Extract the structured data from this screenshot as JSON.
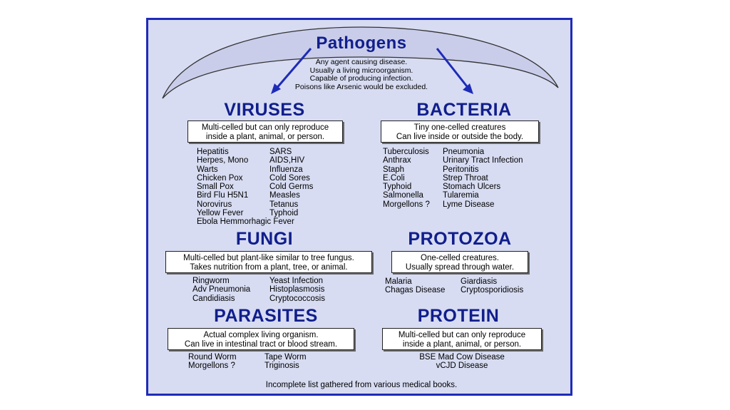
{
  "header": {
    "title": "Pathogens",
    "lines": [
      "Any agent causing disease.",
      "Usually a living microorganism.",
      "Capable of producing infection.",
      "Poisons like Arsenic would be excluded."
    ]
  },
  "viruses": {
    "title": "VIRUSES",
    "box": [
      "Multi-celled but can only reproduce",
      "inside a plant, animal, or person."
    ],
    "col1": [
      "Hepatitis",
      "Herpes, Mono",
      "Warts",
      "Chicken Pox",
      "Small Pox",
      "Bird Flu H5N1",
      "Norovirus",
      "Yellow Fever",
      "Ebola Hemmorhagic Fever"
    ],
    "col2": [
      "SARS",
      "AIDS,HIV",
      "Influenza",
      "Cold Sores",
      "Cold Germs",
      "Measles",
      "Tetanus",
      "Typhoid"
    ]
  },
  "bacteria": {
    "title": "BACTERIA",
    "box": [
      "Tiny one-celled creatures",
      "Can live inside or outside the body."
    ],
    "col1": [
      "Tuberculosis",
      "Anthrax",
      "Staph",
      "E.Coli",
      "Typhoid",
      "Salmonella",
      "Morgellons ?"
    ],
    "col2": [
      "Pneumonia",
      "Urinary Tract Infection",
      "Peritonitis",
      "Strep Throat",
      "Stomach Ulcers",
      "Tularemia",
      "Lyme Disease"
    ]
  },
  "fungi": {
    "title": "FUNGI",
    "box": [
      "Multi-celled but plant-like similar to tree fungus.",
      "Takes nutrition from a plant, tree, or animal."
    ],
    "col1": [
      "Ringworm",
      "Adv Pneumonia",
      "Candidiasis"
    ],
    "col2": [
      "Yeast Infection",
      "Histoplasmosis",
      "Cryptococcosis"
    ]
  },
  "protozoa": {
    "title": "PROTOZOA",
    "box": [
      "One-celled creatures.",
      "Usually spread through water."
    ],
    "col1": [
      "Malaria",
      "Chagas Disease"
    ],
    "col2": [
      "Giardiasis",
      "Cryptosporidiosis"
    ]
  },
  "parasites": {
    "title": "PARASITES",
    "box": [
      "Actual complex living organism.",
      "Can live in intestinal tract or blood stream."
    ],
    "col1": [
      "Round Worm",
      "Morgellons ?"
    ],
    "col2": [
      "Tape Worm",
      "Triginosis"
    ]
  },
  "protein": {
    "title": "PROTEIN",
    "box": [
      "Multi-celled but can only reproduce",
      "inside a plant, animal, or person."
    ],
    "items": [
      "BSE Mad Cow Disease",
      "vCJD Disease"
    ]
  },
  "footer": "Incomplete list gathered from various medical books.",
  "colors": {
    "frame": "#1e2bb8",
    "title": "#111e8c",
    "background": "#d7dcf2",
    "arch": "#c9cdea"
  }
}
